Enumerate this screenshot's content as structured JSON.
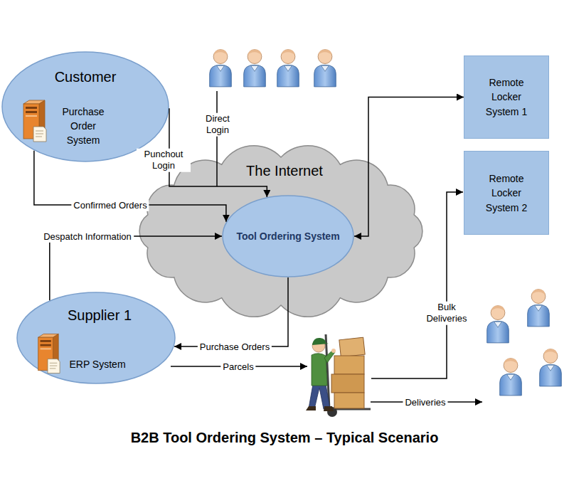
{
  "diagram": {
    "title": "B2B Tool Ordering System – Typical Scenario",
    "nodes": [
      {
        "text": [
          "Customer",
          "Purchase Order System"
        ]
      },
      {
        "text": [
          "The Internet"
        ]
      },
      {
        "text": [
          "Tool Ordering System"
        ],
        "in": 1
      },
      {
        "text": [
          "Remote Locker System 1"
        ]
      },
      {
        "text": [
          "Remote Locker System 2"
        ]
      },
      {
        "text": [
          "Supplier 1",
          "ERP System"
        ]
      }
    ],
    "edges": [
      {
        "from": 0,
        "to": 2,
        "label": "Punchout Login",
        "arrow": "to"
      },
      {
        "from": 0,
        "to": 2,
        "label": "Confirmed Orders",
        "arrow": "to"
      },
      {
        "from": 5,
        "to": 2,
        "label": "Despatch Information",
        "arrow": "to"
      },
      {
        "from": 2,
        "to": 5,
        "label": "Purchase Orders",
        "arrow": "to"
      },
      {
        "from": 2,
        "to": 3,
        "arrow": "both"
      }
    ],
    "labels": [
      "Direct Login",
      "Parcels",
      "Bulk Deliveries",
      "Deliveries"
    ]
  }
}
